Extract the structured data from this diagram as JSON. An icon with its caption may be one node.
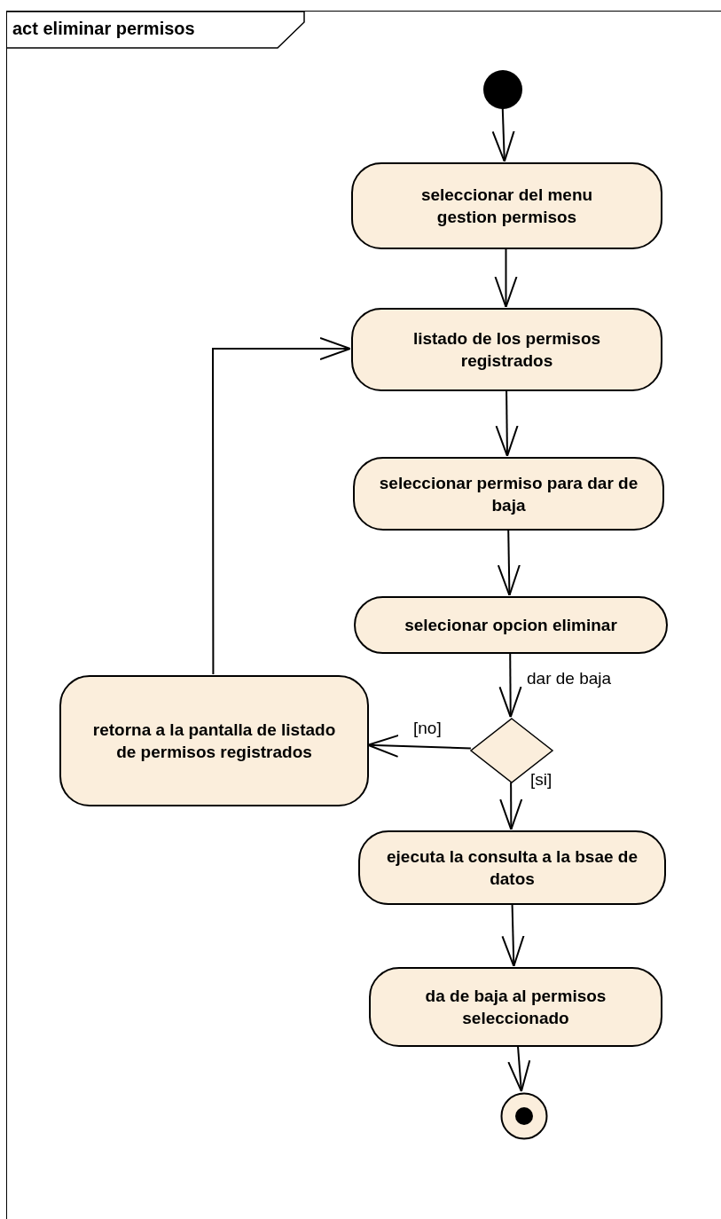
{
  "diagram": {
    "nodes": [
      {
        "text": [
          "act eliminar permisos"
        ]
      },
      {
        "text": [],
        "shape": "circle",
        "in": 0
      },
      {
        "text": [
          "seleccionar del menu gestion permisos"
        ],
        "in": 0
      },
      {
        "text": [
          "listado de los permisos registrados"
        ],
        "in": 0
      },
      {
        "text": [
          "seleccionar permiso para dar de baja"
        ],
        "in": 0
      },
      {
        "text": [
          "selecionar opcion eliminar"
        ],
        "in": 0
      },
      {
        "text": [
          "retorna a la pantalla de listado de permisos registrados"
        ],
        "in": 0
      },
      {
        "text": [],
        "shape": "diamond",
        "in": 0
      },
      {
        "text": [
          "ejecuta la consulta a la bsae de datos"
        ],
        "in": 0
      },
      {
        "text": [
          "da de baja al permisos seleccionado"
        ],
        "in": 0
      },
      {
        "text": [],
        "shape": "circle",
        "in": 0
      }
    ],
    "edges": [
      {
        "from": 1,
        "to": 2,
        "arrow": "to"
      },
      {
        "from": 2,
        "to": 3,
        "arrow": "to"
      },
      {
        "from": 3,
        "to": 4,
        "arrow": "to"
      },
      {
        "from": 4,
        "to": 5,
        "arrow": "to"
      },
      {
        "from": 5,
        "to": 7,
        "arrow": "to",
        "label": "dar de baja"
      },
      {
        "from": 7,
        "to": 6,
        "arrow": "to",
        "label": "[no]"
      },
      {
        "from": 6,
        "to": 3,
        "arrow": "to"
      },
      {
        "from": 7,
        "to": 8,
        "arrow": "to",
        "label": "[si]"
      },
      {
        "from": 8,
        "to": 9,
        "arrow": "to"
      },
      {
        "from": 9,
        "to": 10,
        "arrow": "to"
      }
    ]
  }
}
